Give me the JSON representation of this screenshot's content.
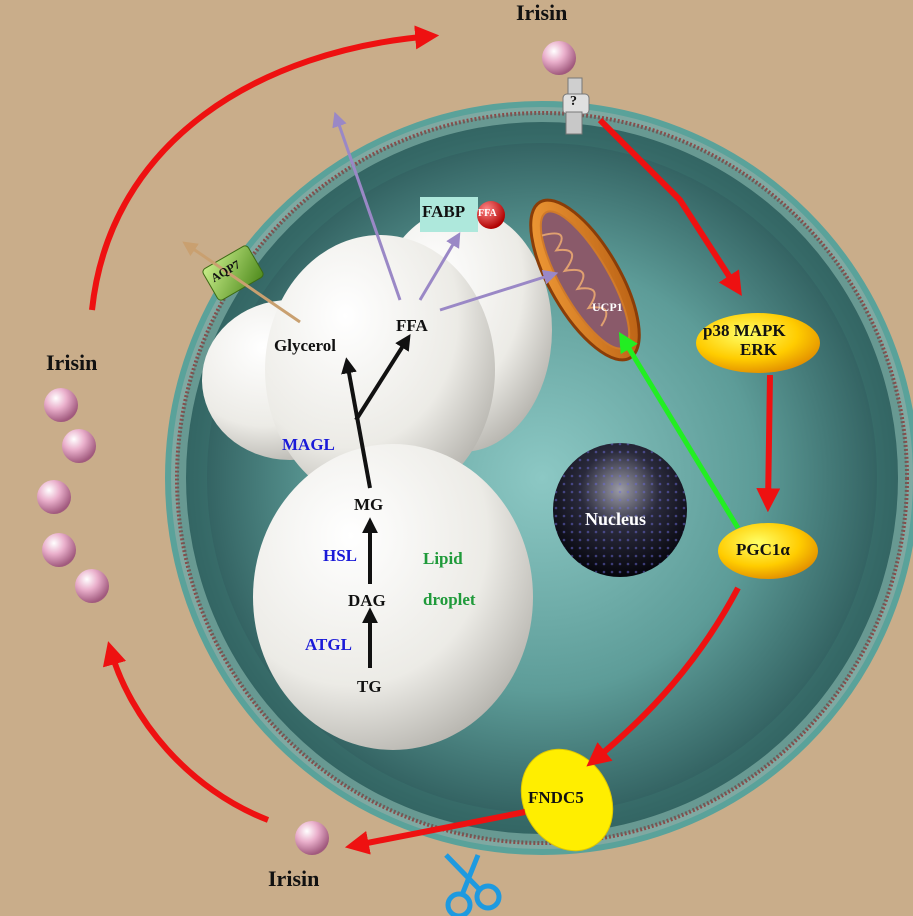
{
  "labels": {
    "irisin_top": "Irisin",
    "irisin_left": "Irisin",
    "irisin_bottom": "Irisin",
    "receptor": "?",
    "aqp7": "AQP7",
    "fabp": "FABP",
    "ffa_ligand": "FFA",
    "ucp1": "UCP1",
    "p38": "p38 MAPK",
    "erk": "ERK",
    "pgc1a": "PGC1α",
    "fndc5": "FNDC5",
    "nucleus": "Nucleus",
    "glycerol": "Glycerol",
    "ffa": "FFA",
    "magl": "MAGL",
    "mg": "MG",
    "hsl": "HSL",
    "dag": "DAG",
    "atgl": "ATGL",
    "tg": "TG",
    "lipid_line1": "Lipid",
    "lipid_line2": "droplet"
  },
  "colors": {
    "background": "#c9ad8a",
    "red_arrow": "#ee1111",
    "green_arrow": "#22ee22",
    "purple_arrow": "#9a88c6",
    "black_arrow": "#111111",
    "enzyme_text": "#1a1ad8",
    "lipid_text": "#1f9a3a",
    "kinase_fill": "#ffcc00",
    "fndc5_fill": "#ffee00",
    "irisin_ball": "#e6a3c4"
  },
  "icons": {
    "cleavage": "scissors-icon",
    "irisin_molecule": "sphere-icon"
  }
}
